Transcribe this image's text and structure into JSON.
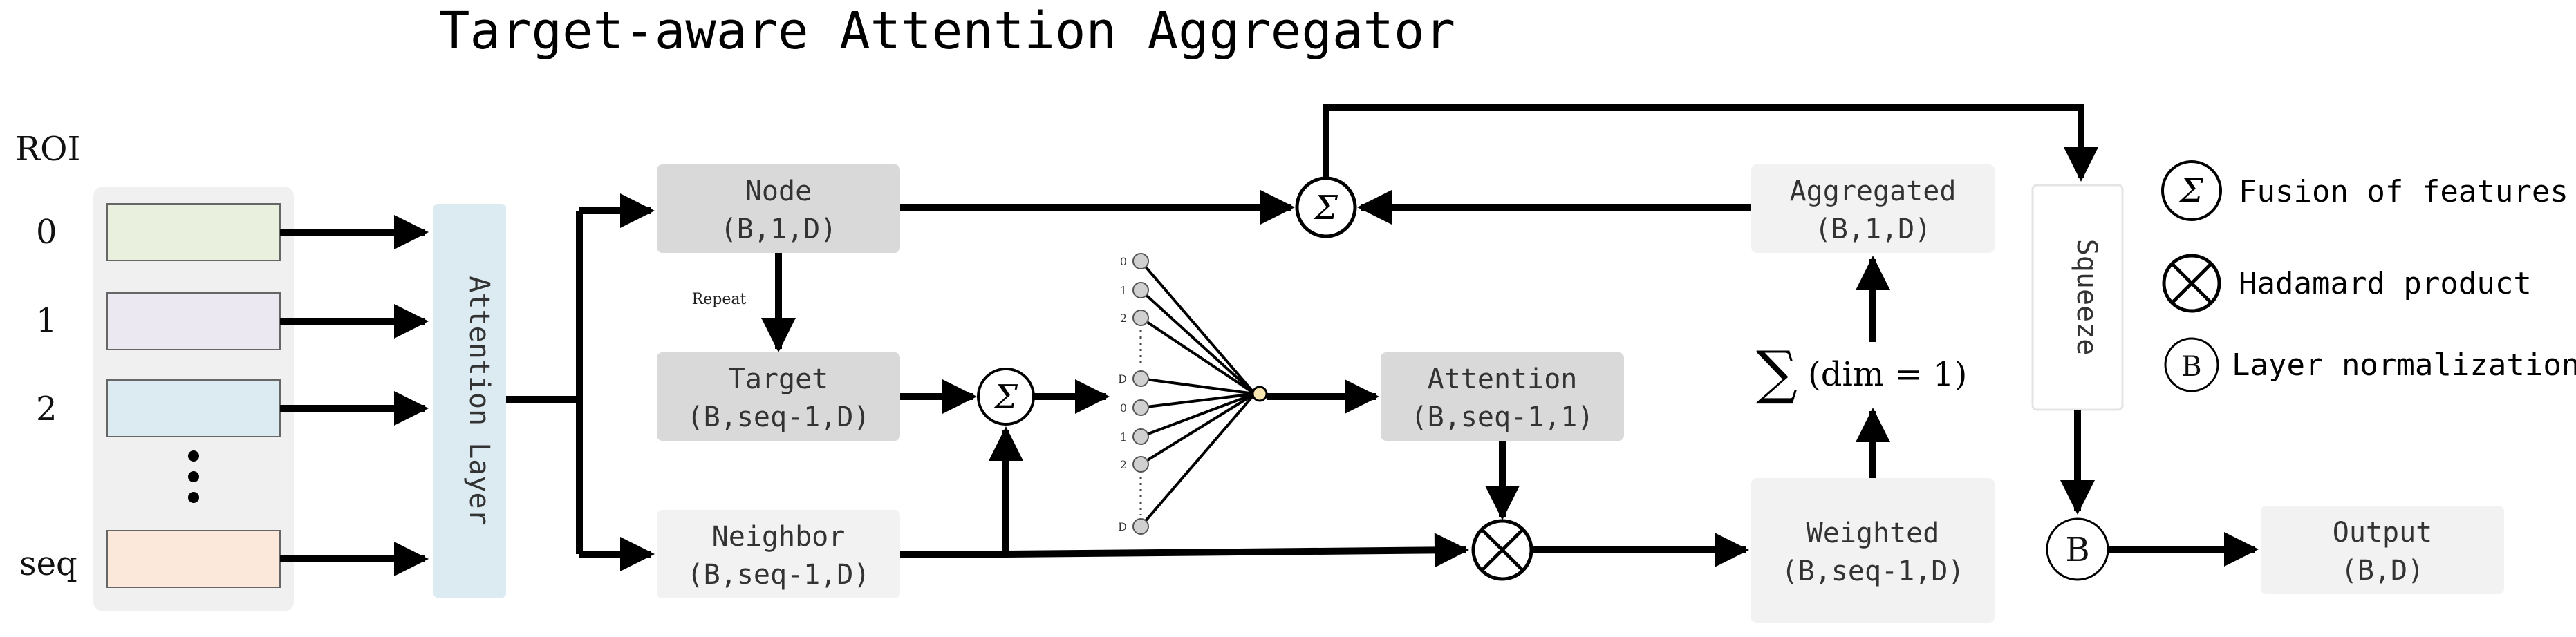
{
  "title": "Target-aware Attention Aggregator",
  "roi": {
    "header": "ROI",
    "labels": [
      "0",
      "1",
      "2",
      "seq"
    ],
    "ellipsis": "⋮",
    "colors": [
      "#e9f0dd",
      "#ece8f2",
      "#dcebf2",
      "#fbe8da"
    ]
  },
  "attention_layer": {
    "label": "Attention Layer",
    "color": "#dcebf2"
  },
  "boxes": {
    "node": {
      "line1": "Node",
      "line2": "(B,1,D)"
    },
    "target": {
      "line1": "Target",
      "line2": "(B,seq-1,D)"
    },
    "neighbor": {
      "line1": "Neighbor",
      "line2": "(B,seq-1,D)"
    },
    "attention": {
      "line1": "Attention",
      "line2": "(B,seq-1,1)"
    },
    "aggregated": {
      "line1": "Aggregated",
      "line2": "(B,1,D)"
    },
    "weighted": {
      "line1": "Weighted",
      "line2": "(B,seq-1,D)"
    },
    "squeeze": {
      "label": "Squeeze"
    },
    "output": {
      "line1": "Output",
      "line2": "(B,D)"
    }
  },
  "repeat_label": "Repeat",
  "sum_label": {
    "symbol": "∑",
    "text": "(dim = 1)"
  },
  "symbols": {
    "sigma": "Σ",
    "layer_norm": "B"
  },
  "nn_labels": [
    "0",
    "1",
    "2",
    "…",
    "D",
    "0",
    "1",
    "2",
    "…",
    "D"
  ],
  "legend": [
    {
      "symbol": "sigma",
      "text": "Fusion of features"
    },
    {
      "symbol": "otimes",
      "text": "Hadamard product"
    },
    {
      "symbol": "B",
      "text": "Layer normalization"
    }
  ],
  "colors": {
    "dark_box": "#d9d9d9",
    "light_box": "#f2f2f2",
    "roi_panel": "#f0f0f0"
  }
}
